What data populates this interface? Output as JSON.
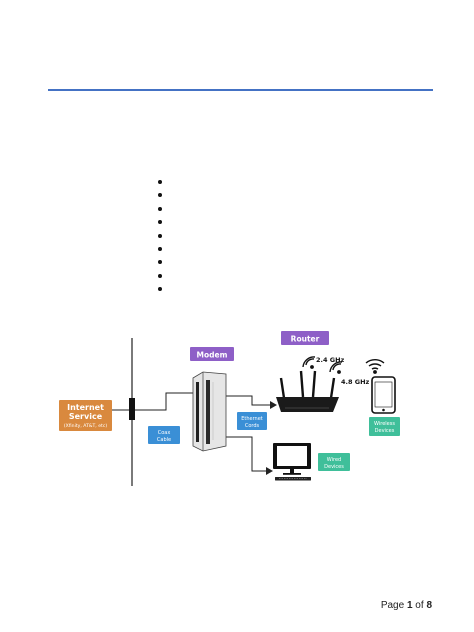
{
  "labels": {
    "internet_line1": "Internet",
    "internet_line2": "Service",
    "internet_line3": "(Xfinity, AT&T, etc)",
    "modem": "Modem",
    "router": "Router",
    "coax_line1": "Coax",
    "coax_line2": "Cable",
    "ethernet_line1": "Ethernet",
    "ethernet_line2": "Cords",
    "wired_line1": "Wired",
    "wired_line2": "Devices",
    "wireless_line1": "Wireless",
    "wireless_line2": "Devices",
    "freq_24": "2.4 GHz",
    "freq_48": "4.8 GHz"
  },
  "bullet_count": 9,
  "footer": {
    "prefix": "Page ",
    "current": "1",
    "middle": " of ",
    "total": "8"
  },
  "colors": {
    "rule": "#4472c4",
    "internet_box": "#d9893e",
    "purple_label": "#8e5fc7",
    "blue_label": "#3a8fd6",
    "teal_label": "#3fbf9a"
  }
}
